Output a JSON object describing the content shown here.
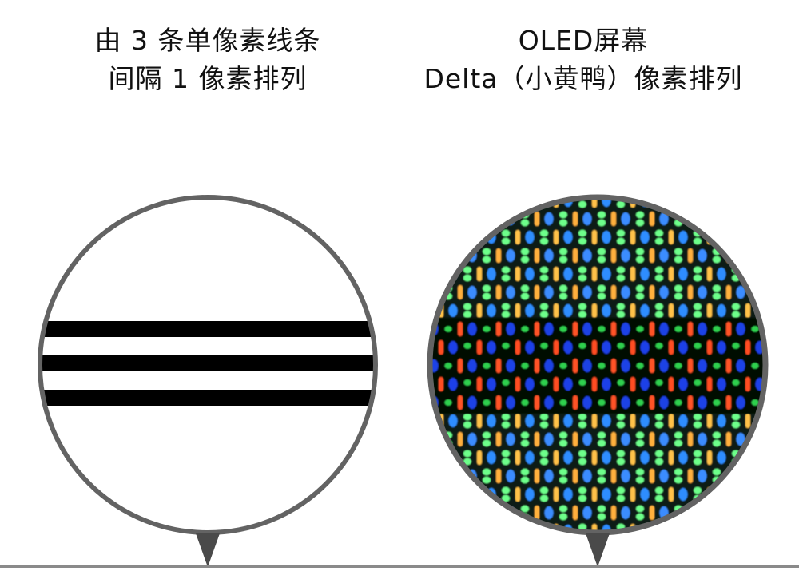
{
  "left_panel": {
    "caption_line1": "由 3 条单像素线条",
    "caption_line2": "间隔 1 像素排列",
    "description": "Magnified view of three single-pixel black lines separated by one-pixel gaps",
    "stripe_count": 3,
    "stripe_color": "#000000",
    "background_color": "#ffffff"
  },
  "right_panel": {
    "caption_line1": "OLED屏幕",
    "caption_line2": "Delta（小黄鸭）像素排列",
    "description": "Microscope view of OLED Delta subpixel arrangement showing the same three lines",
    "subpixel_colors": {
      "red": "#ff5a2a",
      "orange": "#ffb347",
      "green": "#45e26a",
      "blue": "#2f7dff",
      "dark_blue": "#1d3fe0"
    }
  },
  "colors": {
    "ring": "#636363",
    "ground_line": "#8a8a8a",
    "text": "#111111"
  }
}
